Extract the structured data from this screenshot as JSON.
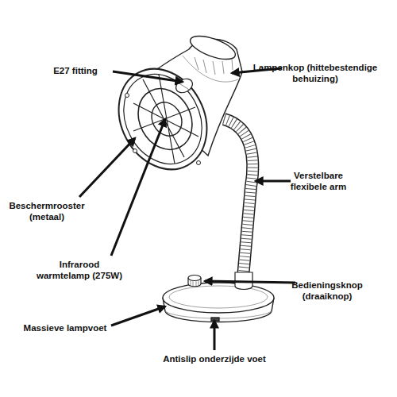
{
  "diagram": {
    "labels": [
      "E27 fitting",
      "Lampenkop (hittebestendige behuizing)",
      "Verstelbare flexibele arm",
      "Beschermrooster (metaal)",
      "Infrarood warmtelamp (275W)",
      "Bedieningsknop (draaiknop)",
      "Massieve lampvoet",
      "Antislip onderzijde voet"
    ]
  }
}
